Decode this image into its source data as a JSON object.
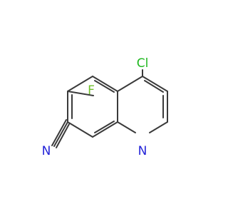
{
  "molecule": {
    "name": "",
    "atoms": {
      "cl": {
        "label": "Cl",
        "color": "#1fb81f"
      },
      "f": {
        "label": "F",
        "color": "#6fbf2a"
      },
      "n_ring": {
        "label": "N",
        "color": "#2323d8"
      },
      "n_nitrile": {
        "label": "N",
        "color": "#2323d8"
      }
    },
    "bond_color": "#3a3a3a"
  }
}
